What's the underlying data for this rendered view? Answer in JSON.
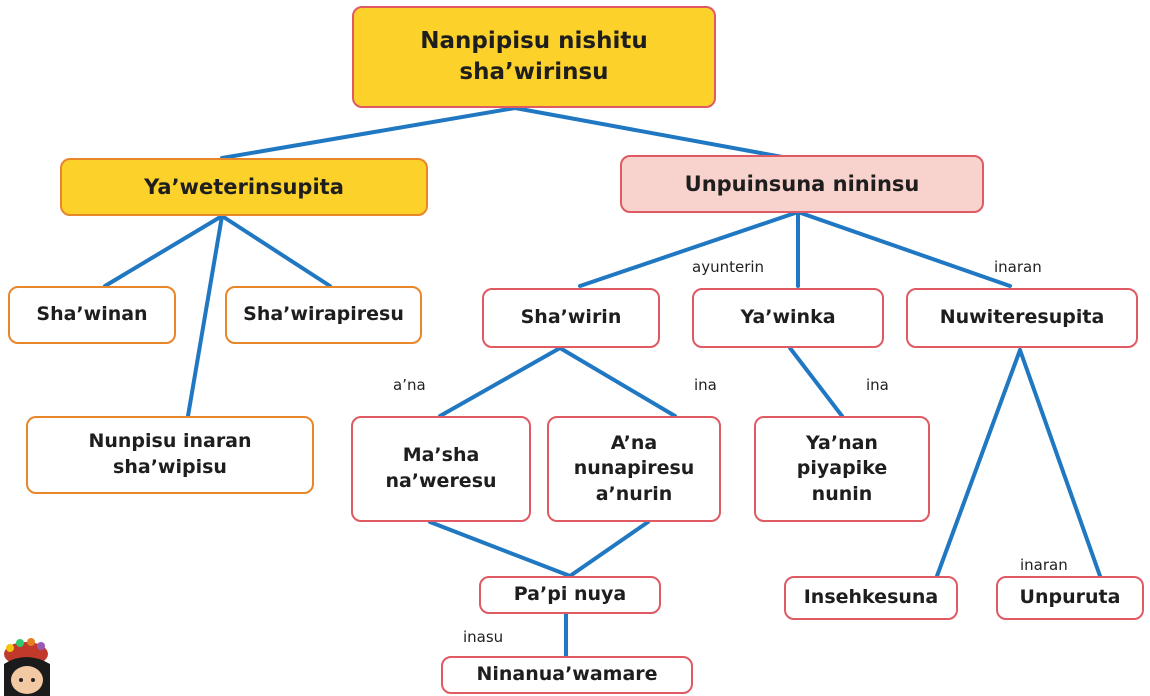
{
  "nodes": {
    "root": "Nanpipisu nishitu\nsha’wirinsu",
    "left_branch": "Ya’weterinsupita",
    "right_branch": "Unpuinsuna nininsu",
    "sha_winan": "Sha’winan",
    "sha_wirapiresu": "Sha’wirapiresu",
    "nunpisu": "Nunpisu inaran\nsha’wipisu",
    "sha_wirin": "Sha’wirin",
    "ya_winka": "Ya’winka",
    "nuwiteresupita": "Nuwiteresupita",
    "ma_sha": "Ma’sha\nna’weresu",
    "a_na": "A’na\nnunapiresu\na’nurin",
    "ya_nan": "Ya’nan\npiyapike\nnunin",
    "pa_pi": "Pa’pi nuya",
    "ninanua": "Ninanua’wamare",
    "insehkesuna": "Insehkesuna",
    "unpuruta": "Unpuruta"
  },
  "edge_labels": {
    "ayunterin": "ayunterin",
    "inaran_top": "inaran",
    "a_na_label": "a’na",
    "ina_left": "ina",
    "ina_right": "ina",
    "inaran_bottom": "inaran",
    "inasu": "inasu"
  },
  "colors": {
    "edge": "#1f78c1",
    "root_fill": "#fcd12a",
    "pink_fill": "#f8d2cc",
    "orange_border": "#e8862a",
    "red_border": "#e05a63"
  }
}
